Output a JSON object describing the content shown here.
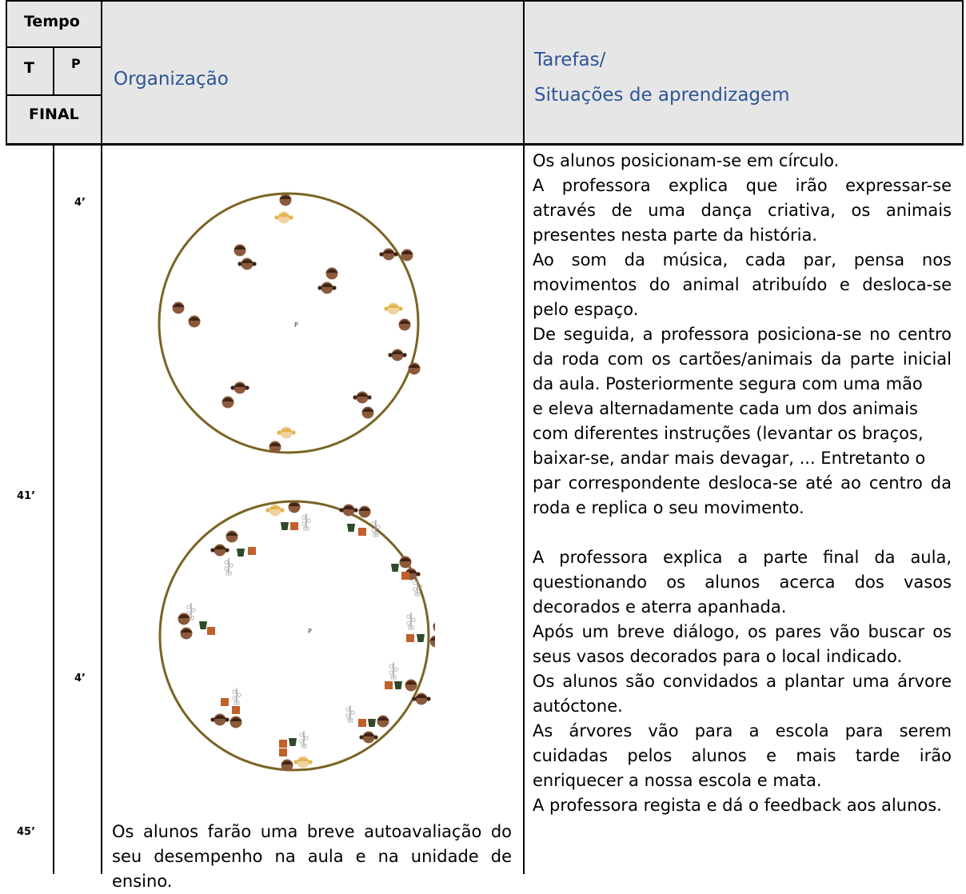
{
  "header": {
    "tempo": "Tempo",
    "t": "T",
    "p": "P",
    "final": "FINAL",
    "organizacao": "Organização",
    "tarefas_line1": "Tarefas/",
    "tarefas_line2": "Situações de aprendizagem"
  },
  "times": {
    "p1": "4’",
    "t1": "41’",
    "p2": "4’",
    "t2": "45’"
  },
  "diagrams": {
    "teacher_label": "P"
  },
  "organizacao_text": [
    "Os alunos farão uma breve autoavaliação do",
    "seu desempenho na aula e na unidade de",
    "ensino."
  ],
  "tarefas_text": [
    "Os alunos posicionam-se em círculo.",
    "A professora explica que irão expressar-se",
    "através de uma dança criativa, os animais",
    "presentes nesta parte da história.",
    "Ao som da música, cada par, pensa nos",
    "movimentos do animal atribuído e desloca-se",
    "pelo espaço.",
    "De seguida, a professora posiciona-se no centro",
    "da roda com os cartões/animais da parte inicial",
    "da aula. Posteriormente segura com uma mão",
    "e eleva alternadamente cada um dos animais",
    "com diferentes instruções (levantar os braços,",
    "baixar-se, andar mais devagar, ... Entretanto o",
    "par correspondente desloca-se até ao centro da",
    "roda e replica o seu movimento.",
    "",
    "A professora explica a parte final da aula,",
    "questionando os alunos acerca dos vasos",
    "decorados e aterra apanhada.",
    "Após um breve diálogo, os pares vão buscar os",
    "seus vasos decorados para o local indicado.",
    "Os alunos são convidados a plantar uma árvore",
    "autóctone.",
    "As árvores vão para a escola para serem",
    "cuidadas pelos alunos e mais tarde irão",
    "enriquecer a nossa escola e mata.",
    "A professora regista e dá o feedback aos alunos."
  ],
  "colors": {
    "header_bg": "#e6e6e6",
    "heading_blue": "#2e5597",
    "circle_stroke": "#7a6424",
    "child_brown": "#8b5a3c",
    "child_blonde": "#e8c98a",
    "pot_green": "#2f4a2a",
    "pot_orange": "#c0602a"
  }
}
